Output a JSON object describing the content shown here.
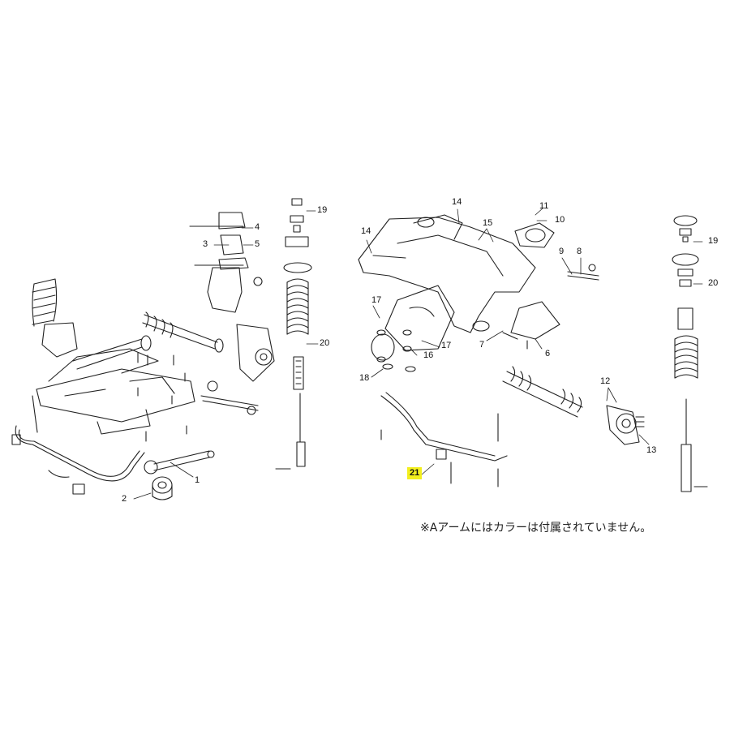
{
  "callouts": {
    "c1": "1",
    "c2": "2",
    "c3": "3",
    "c4": "4",
    "c5": "5",
    "c6": "6",
    "c7": "7",
    "c8": "8",
    "c9": "9",
    "c10": "10",
    "c11": "11",
    "c12": "12",
    "c13": "13",
    "c14a": "14",
    "c14b": "14",
    "c15": "15",
    "c16": "16",
    "c17a": "17",
    "c17b": "17",
    "c18": "18",
    "c19a": "19",
    "c19b": "19",
    "c20a": "20",
    "c20b": "20",
    "c21": "21"
  },
  "highlight_color": "#f3ef1e",
  "note": "※Aアームにはカラーは付属されていません。"
}
